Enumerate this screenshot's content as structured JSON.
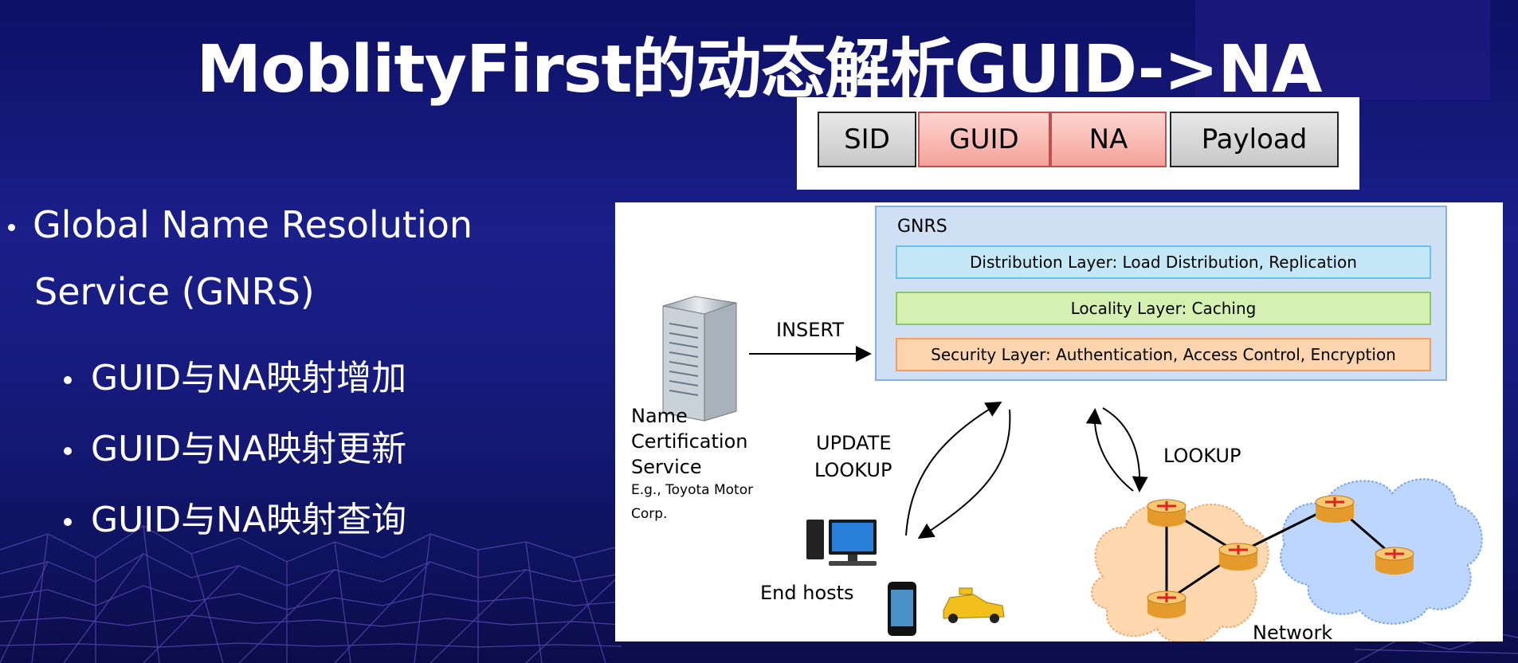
{
  "title": "MoblityFirst的动态解析GUID->NA",
  "header_fields": [
    "SID",
    "GUID",
    "NA",
    "Payload"
  ],
  "bullets": {
    "main_line1": "Global Name Resolution",
    "main_line2": "Service (GNRS)",
    "sub": [
      "GUID与NA映射增加",
      "GUID与NA映射更新",
      "GUID与NA映射查询"
    ]
  },
  "diagram": {
    "gnrs_label": "GNRS",
    "layers": [
      "Distribution Layer: Load Distribution, Replication",
      "Locality Layer: Caching",
      "Security Layer: Authentication, Access Control, Encryption"
    ],
    "insert_label": "INSERT",
    "ncs_lines": [
      "Name",
      "Certification",
      "Service"
    ],
    "ncs_example": [
      "E.g., Toyota Motor",
      "Corp."
    ],
    "update_label": "UPDATE",
    "lookup_label": "LOOKUP",
    "lookup_right_label": "LOOKUP",
    "end_hosts_label": "End hosts",
    "network_label": "Network"
  },
  "colors": {
    "field_gray": "#d4d4d4",
    "field_red": "#f4a39b",
    "distribution_layer": "#c5e8f9",
    "locality_layer": "#d6f0b2",
    "security_layer": "#fcd4ad",
    "cloud_orange": "#ffd8b0",
    "cloud_blue": "#bcd6ff",
    "router": "#f5b94d"
  }
}
